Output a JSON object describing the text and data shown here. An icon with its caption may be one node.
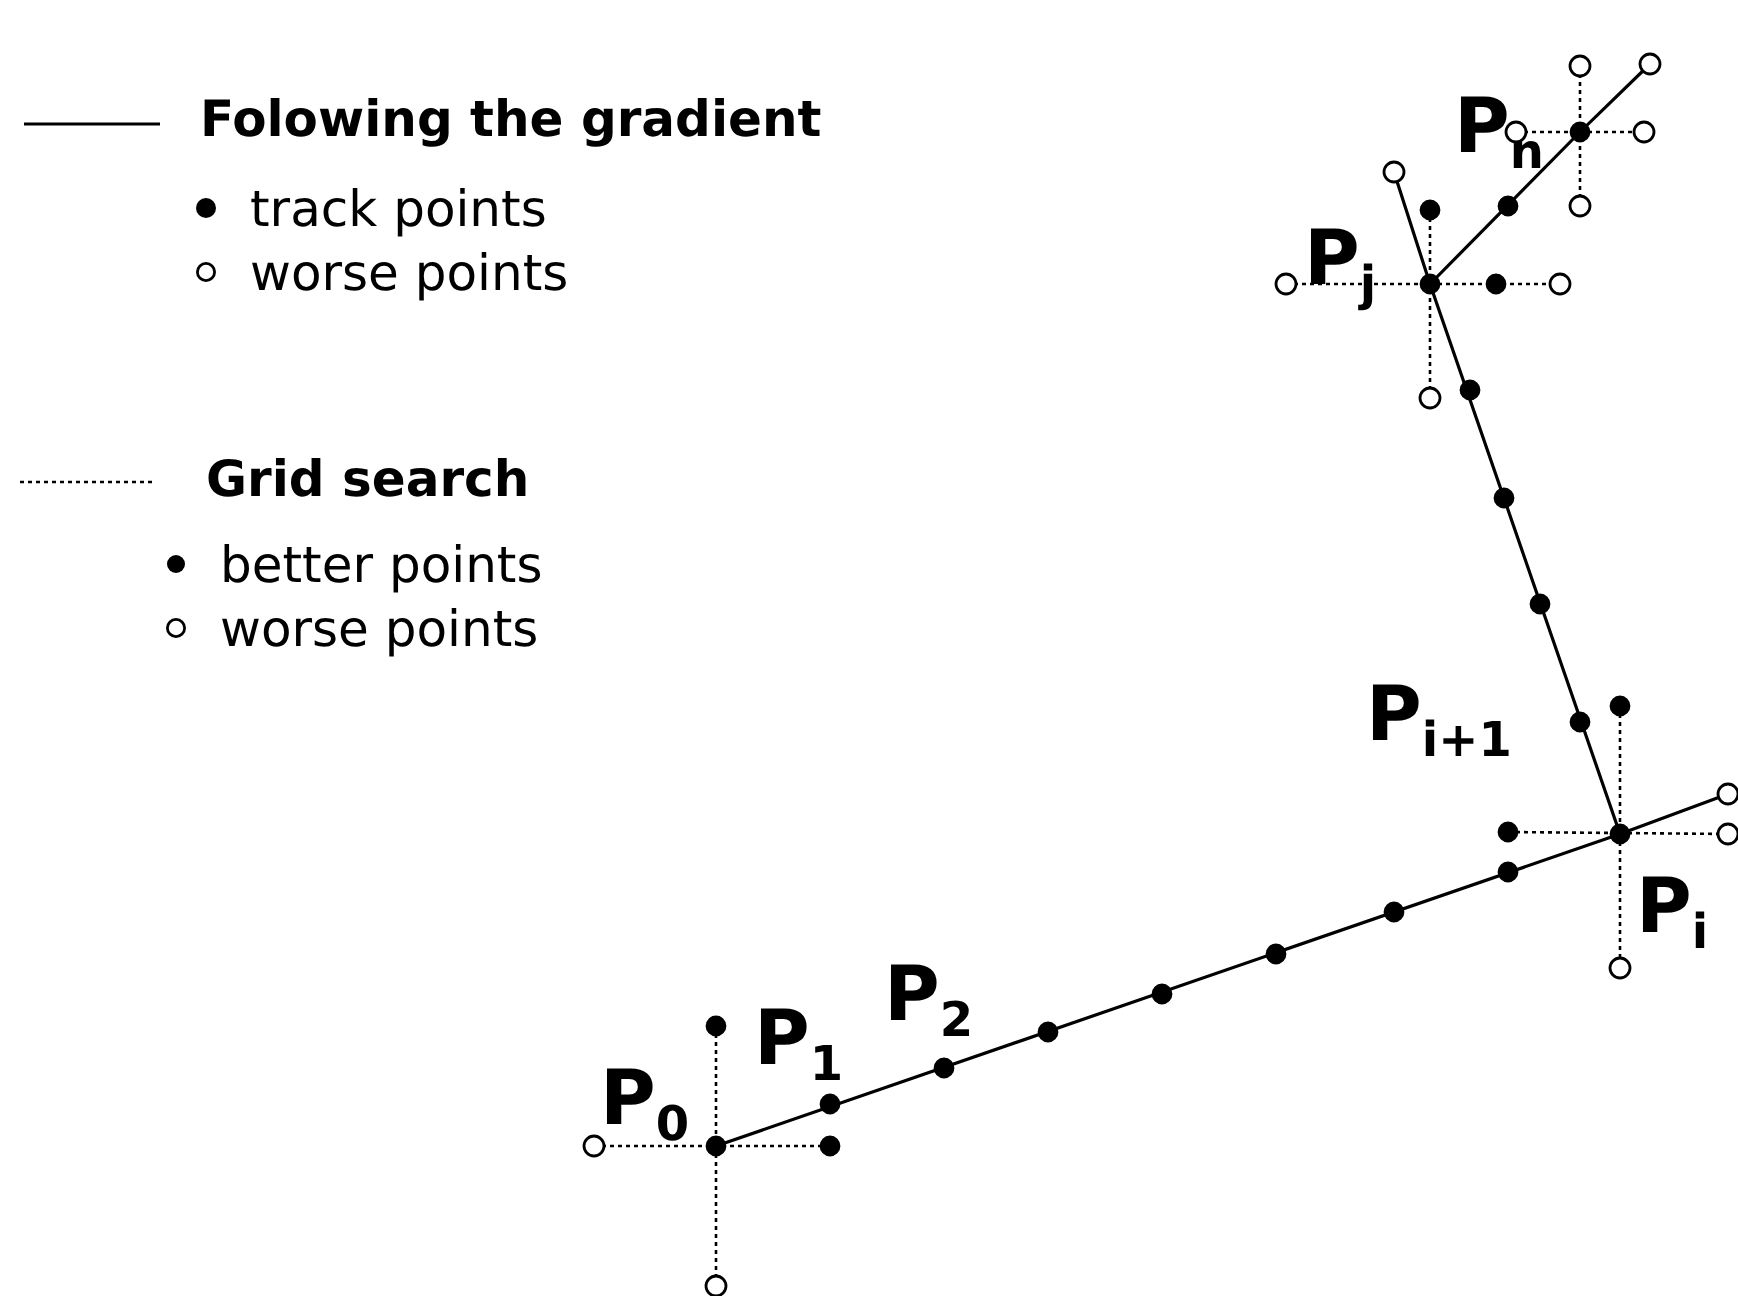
{
  "diagram": {
    "labels": [
      "P$_{n}$",
      "P$_{j}$",
      "P$_{i+1}$",
      "P$_{i}$",
      "P$_{2}$",
      "P$_{1}$",
      "P$_{0}$"
    ],
    "legend": [
      {
        "text": "Folowing the gradient"
      },
      {
        "text": "track points"
      },
      {
        "text": "worse points"
      },
      {
        "text": "Grid search"
      },
      {
        "text": "better points"
      },
      {
        "text": "worse points"
      }
    ]
  }
}
